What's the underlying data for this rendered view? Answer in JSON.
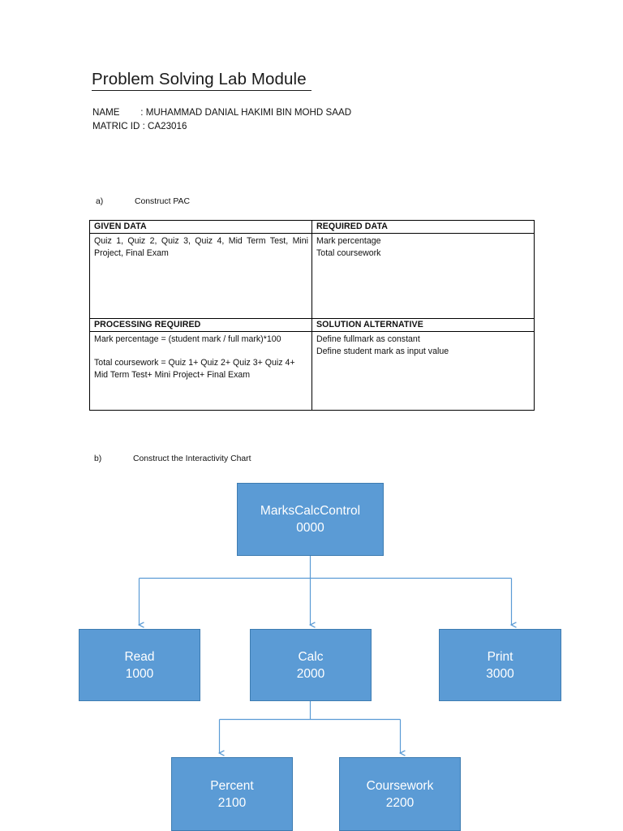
{
  "document": {
    "title": "Problem Solving Lab Module ",
    "name_label": "NAME",
    "name_value": ": MUHAMMAD DANIAL HAKIMI BIN MOHD SAAD",
    "matric_label": "MATRIC ID",
    "matric_value": ": CA23016",
    "name_line": "NAME        : MUHAMMAD DANIAL HAKIMI BIN MOHD SAAD",
    "matric_line": "MATRIC ID : CA23016"
  },
  "sections": {
    "a": {
      "marker": "a)",
      "text": "Construct PAC"
    },
    "b": {
      "marker": "b)",
      "text": "Construct the Interactivity Chart"
    }
  },
  "pac_table": {
    "given_data": {
      "header": "GIVEN DATA",
      "body": "Quiz 1, Quiz 2, Quiz 3, Quiz 4, Mid Term Test, Mini Project, Final Exam"
    },
    "required_data": {
      "header": "REQUIRED DATA",
      "line1": "Mark percentage",
      "line2": "Total coursework"
    },
    "processing_required": {
      "header": "PROCESSING REQUIRED",
      "line1": "Mark percentage = (student mark / full mark)*100",
      "line2": "Total coursework = Quiz 1+ Quiz 2+ Quiz 3+ Quiz 4+ Mid Term Test+ Mini Project+ Final Exam"
    },
    "solution_alternative": {
      "header": "SOLUTION ALTERNATIVE",
      "line1": "Define fullmark as constant",
      "line2": "Define student mark as input value"
    }
  },
  "chart_data": {
    "type": "diagram",
    "title": "Construct the Interactivity Chart",
    "node_fill": "#5b9bd5",
    "node_border": "#3e7cb1",
    "connector_color": "#5b9bd5",
    "node_text_color": "#ffffff",
    "nodes": [
      {
        "id": "root",
        "name": "MarksCalcControl",
        "code": "0000",
        "level": 0
      },
      {
        "id": "read",
        "name": "Read",
        "code": "1000",
        "level": 1
      },
      {
        "id": "calc",
        "name": "Calc",
        "code": "2000",
        "level": 1
      },
      {
        "id": "print",
        "name": "Print",
        "code": "3000",
        "level": 1
      },
      {
        "id": "percent",
        "name": "Percent",
        "code": "2100",
        "level": 2
      },
      {
        "id": "coursework",
        "name": "Coursework",
        "code": "2200",
        "level": 2
      }
    ],
    "edges": [
      {
        "from": "root",
        "to": "read"
      },
      {
        "from": "root",
        "to": "calc"
      },
      {
        "from": "root",
        "to": "print"
      },
      {
        "from": "calc",
        "to": "percent"
      },
      {
        "from": "calc",
        "to": "coursework"
      }
    ]
  }
}
